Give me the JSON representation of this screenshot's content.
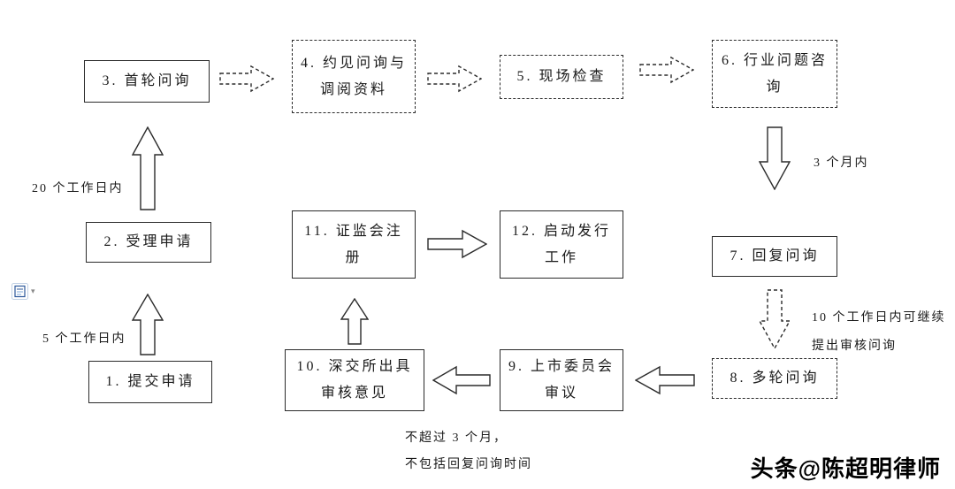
{
  "figure": {
    "boxes": {
      "b1": "1. 提交申请",
      "b2": "2. 受理申请",
      "b3": "3. 首轮问询",
      "b4": "4. 约见问询与调阅资料",
      "b5": "5. 现场检查",
      "b6": "6. 行业问题咨询",
      "b7": "7. 回复问询",
      "b8": "8. 多轮问询",
      "b9": "9. 上市委员会审议",
      "b10": "10. 深交所出具审核意见",
      "b11": "11. 证监会注册",
      "b12": "12. 启动发行工作"
    },
    "annotations": {
      "within_20_days": "20 个工作日内",
      "within_5_days": "5 个工作日内",
      "within_3_months": "3 个月内",
      "within_10_days_line1": "10 个工作日内可继续",
      "within_10_days_line2": "提出审核问询",
      "review_limit_line1": "不超过 3 个月，",
      "review_limit_line2": "不包括回复问询时间"
    },
    "watermark": "头条@陈超明律师",
    "colors": {
      "line": "#2b2b2b",
      "background": "#ffffff",
      "paste_icon_blue": "#2b579a"
    }
  }
}
